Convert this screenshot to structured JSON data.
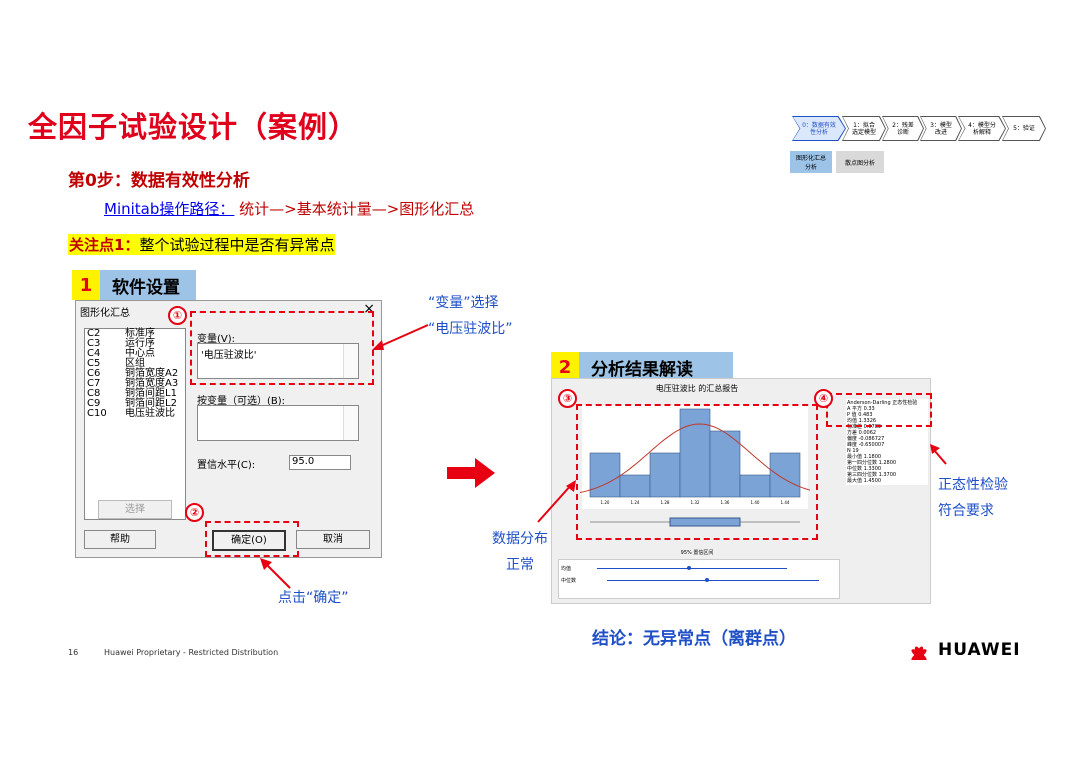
{
  "page": {
    "title": "全因子试验设计（案例）",
    "step_heading": "第0步：数据有效性分析",
    "path_label": "Minitab操作路径：",
    "path_value": "统计—>基本统计量—>图形化汇总",
    "focus_key": "关注点1：",
    "focus_text": "整个试验过程中是否有异常点"
  },
  "flow": {
    "steps": [
      "0：数据有效性分析",
      "1：拟合选定模型",
      "2：残差诊断",
      "3：模型改进",
      "4：模型分析解释",
      "5：验证"
    ],
    "sub_steps": [
      "图形化汇总分析",
      "散点图分析"
    ]
  },
  "section1": {
    "num": "1",
    "label": "软件设置"
  },
  "section2": {
    "num": "2",
    "label": "分析结果解读"
  },
  "dialog": {
    "title": "图形化汇总",
    "close": "×",
    "columns": [
      {
        "c": "C2",
        "n": "标准序"
      },
      {
        "c": "C3",
        "n": "运行序"
      },
      {
        "c": "C4",
        "n": "中心点"
      },
      {
        "c": "C5",
        "n": "区组"
      },
      {
        "c": "C6",
        "n": "铜箔宽度A2"
      },
      {
        "c": "C7",
        "n": "铜箔宽度A3"
      },
      {
        "c": "C8",
        "n": "铜箔间距L1"
      },
      {
        "c": "C9",
        "n": "铜箔间距L2"
      },
      {
        "c": "C10",
        "n": "电压驻波比"
      }
    ],
    "variables_label": "变量(V):",
    "variables_value": "'电压驻波比'",
    "by_label": "按变量（可选）(B):",
    "confidence_label": "置信水平(C):",
    "confidence_value": "95.0",
    "select_button": "选择",
    "help_button": "帮助",
    "ok_button": "确定(O)",
    "cancel_button": "取消"
  },
  "callouts": {
    "var_select": "“变量”选择",
    "var_name": "“电压驻波比”",
    "click_ok": "点击“确定”",
    "circle1": "①",
    "circle2": "②",
    "circle3": "③",
    "circle4": "④",
    "normality_1": "正态性检验",
    "normality_2": "符合要求",
    "dist_1": "数据分布",
    "dist_2": "正常",
    "conclusion": "结论：无异常点（离群点）"
  },
  "report": {
    "title": "电压驻波比 的汇总报告",
    "ci_title": "95% 置信区间",
    "ci_rows": [
      "均值",
      "中位数"
    ],
    "stats": [
      "Anderson-Darling 正态性检验",
      "A 平方      0.33",
      "P 值        0.483",
      "均值       1.3326",
      "标准差     0.0789",
      "方差       0.0062",
      "偏度      -0.086727",
      "峰度      -0.650007",
      "N             19",
      "最小值     1.1800",
      "第一四分位数 1.2800",
      "中位数     1.3300",
      "第三四分位数 1.3700",
      "最大值     1.4500"
    ]
  },
  "chart_data": {
    "type": "bar",
    "categories": [
      "1.20",
      "1.24",
      "1.28",
      "1.32",
      "1.36",
      "1.40",
      "1.44"
    ],
    "values": [
      2,
      1,
      2,
      4,
      3,
      1,
      2
    ],
    "title": "电压驻波比 的汇总报告",
    "xlabel": "",
    "ylabel": "",
    "ylim": [
      0,
      4
    ]
  },
  "footer": {
    "page_no": "16",
    "text": "Huawei Proprietary - Restricted Distribution",
    "brand": "HUAWEI"
  },
  "colors": {
    "accent_red": "#e0001b",
    "bar_fill": "#7ba3d6",
    "header_blue": "#9dc3e6"
  }
}
